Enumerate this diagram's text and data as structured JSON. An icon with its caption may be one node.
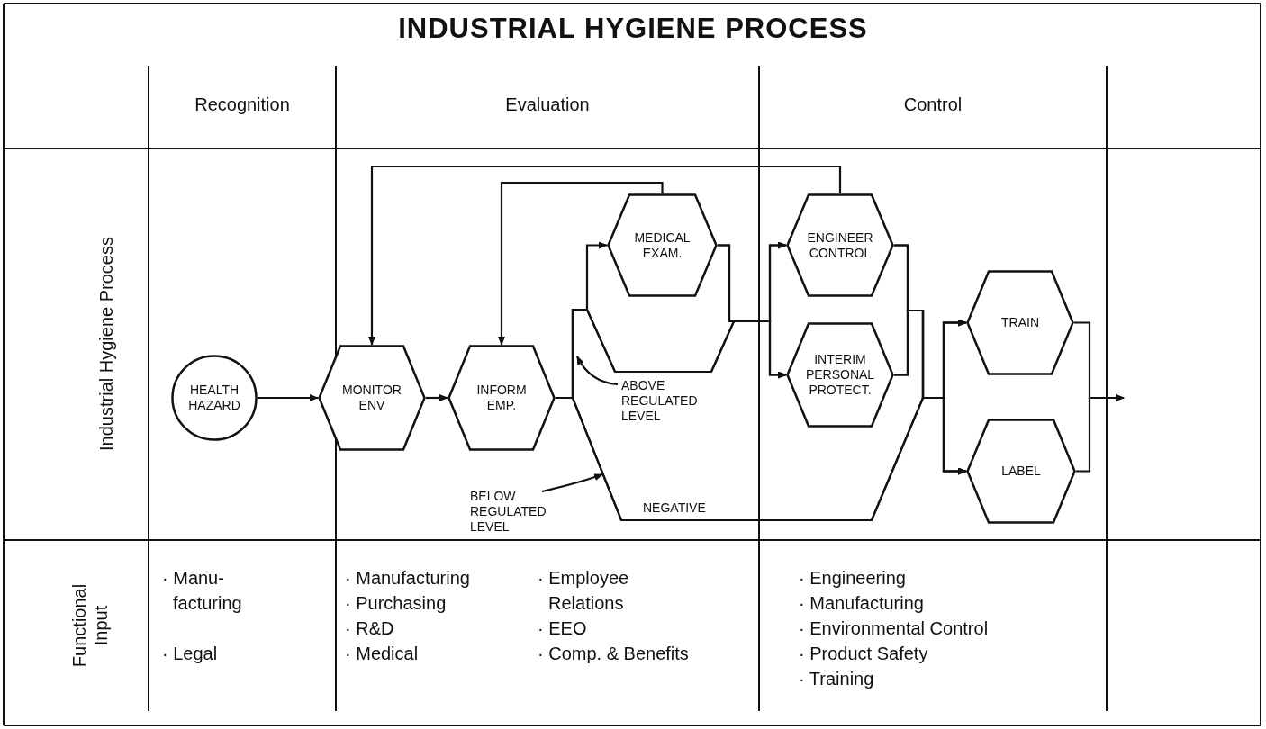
{
  "diagram": {
    "title": "INDUSTRIAL HYGIENE PROCESS",
    "nodes": [
      {
        "text": [
          "HEALTH HAZARD"
        ]
      },
      {
        "text": [
          "MONITOR ENV"
        ]
      },
      {
        "text": [
          "INFORM EMP."
        ]
      },
      {
        "text": [
          "MEDICAL EXAM."
        ]
      },
      {
        "text": [
          "ENGINEER CONTROL"
        ]
      },
      {
        "text": [
          "INTERIM PERSONAL PROTECT."
        ]
      },
      {
        "text": [
          "TRAIN"
        ]
      },
      {
        "text": [
          "LABEL"
        ]
      },
      {
        "text": [
          "ABOVE REGULATED LEVEL"
        ]
      },
      {
        "text": [
          "BELOW REGULATED LEVEL"
        ]
      }
    ],
    "edges": [
      {
        "from": 0,
        "to": 1,
        "arrow": "to"
      },
      {
        "from": 1,
        "to": 2,
        "arrow": "to"
      },
      {
        "from": 2,
        "to": 3,
        "arrow": "to"
      },
      {
        "from": 2,
        "to": 4,
        "arrow": "to"
      },
      {
        "from": 2,
        "to": 5,
        "arrow": "to"
      },
      {
        "from": 3,
        "to": 4,
        "arrow": "to"
      },
      {
        "from": 3,
        "to": 5,
        "arrow": "to"
      },
      {
        "from": 4,
        "to": 1,
        "arrow": "to"
      },
      {
        "from": 3,
        "to": 2,
        "arrow": "to"
      },
      {
        "from": 2,
        "to": 6,
        "arrow": "to",
        "label": "NEGATIVE"
      },
      {
        "from": 2,
        "to": 7,
        "arrow": "to"
      },
      {
        "from": 4,
        "to": 6,
        "arrow": "to"
      },
      {
        "from": 4,
        "to": 7,
        "arrow": "to"
      },
      {
        "from": 5,
        "to": 6,
        "arrow": "to"
      },
      {
        "from": 5,
        "to": 7,
        "arrow": "to"
      },
      {
        "from": 6,
        "to": null,
        "arrow": "to"
      },
      {
        "from": 7,
        "to": null,
        "arrow": "to"
      },
      {
        "from": 8,
        "to": null,
        "arrow": "to"
      },
      {
        "from": 9,
        "to": null,
        "arrow": "to"
      }
    ],
    "labels": [
      "Recognition",
      "Evaluation",
      "Control",
      "Industrial Hygiene Process",
      "Functional Input",
      "· Manu- facturing",
      "· Legal",
      "· Manufacturing",
      "· Purchasing",
      "· R&D",
      "· Medical",
      "· Employee Relations",
      "· EEO",
      "· Comp. & Benefits",
      "· Engineering",
      "· Manufacturing",
      "· Environmental Control",
      "· Product Safety",
      "· Training"
    ]
  }
}
